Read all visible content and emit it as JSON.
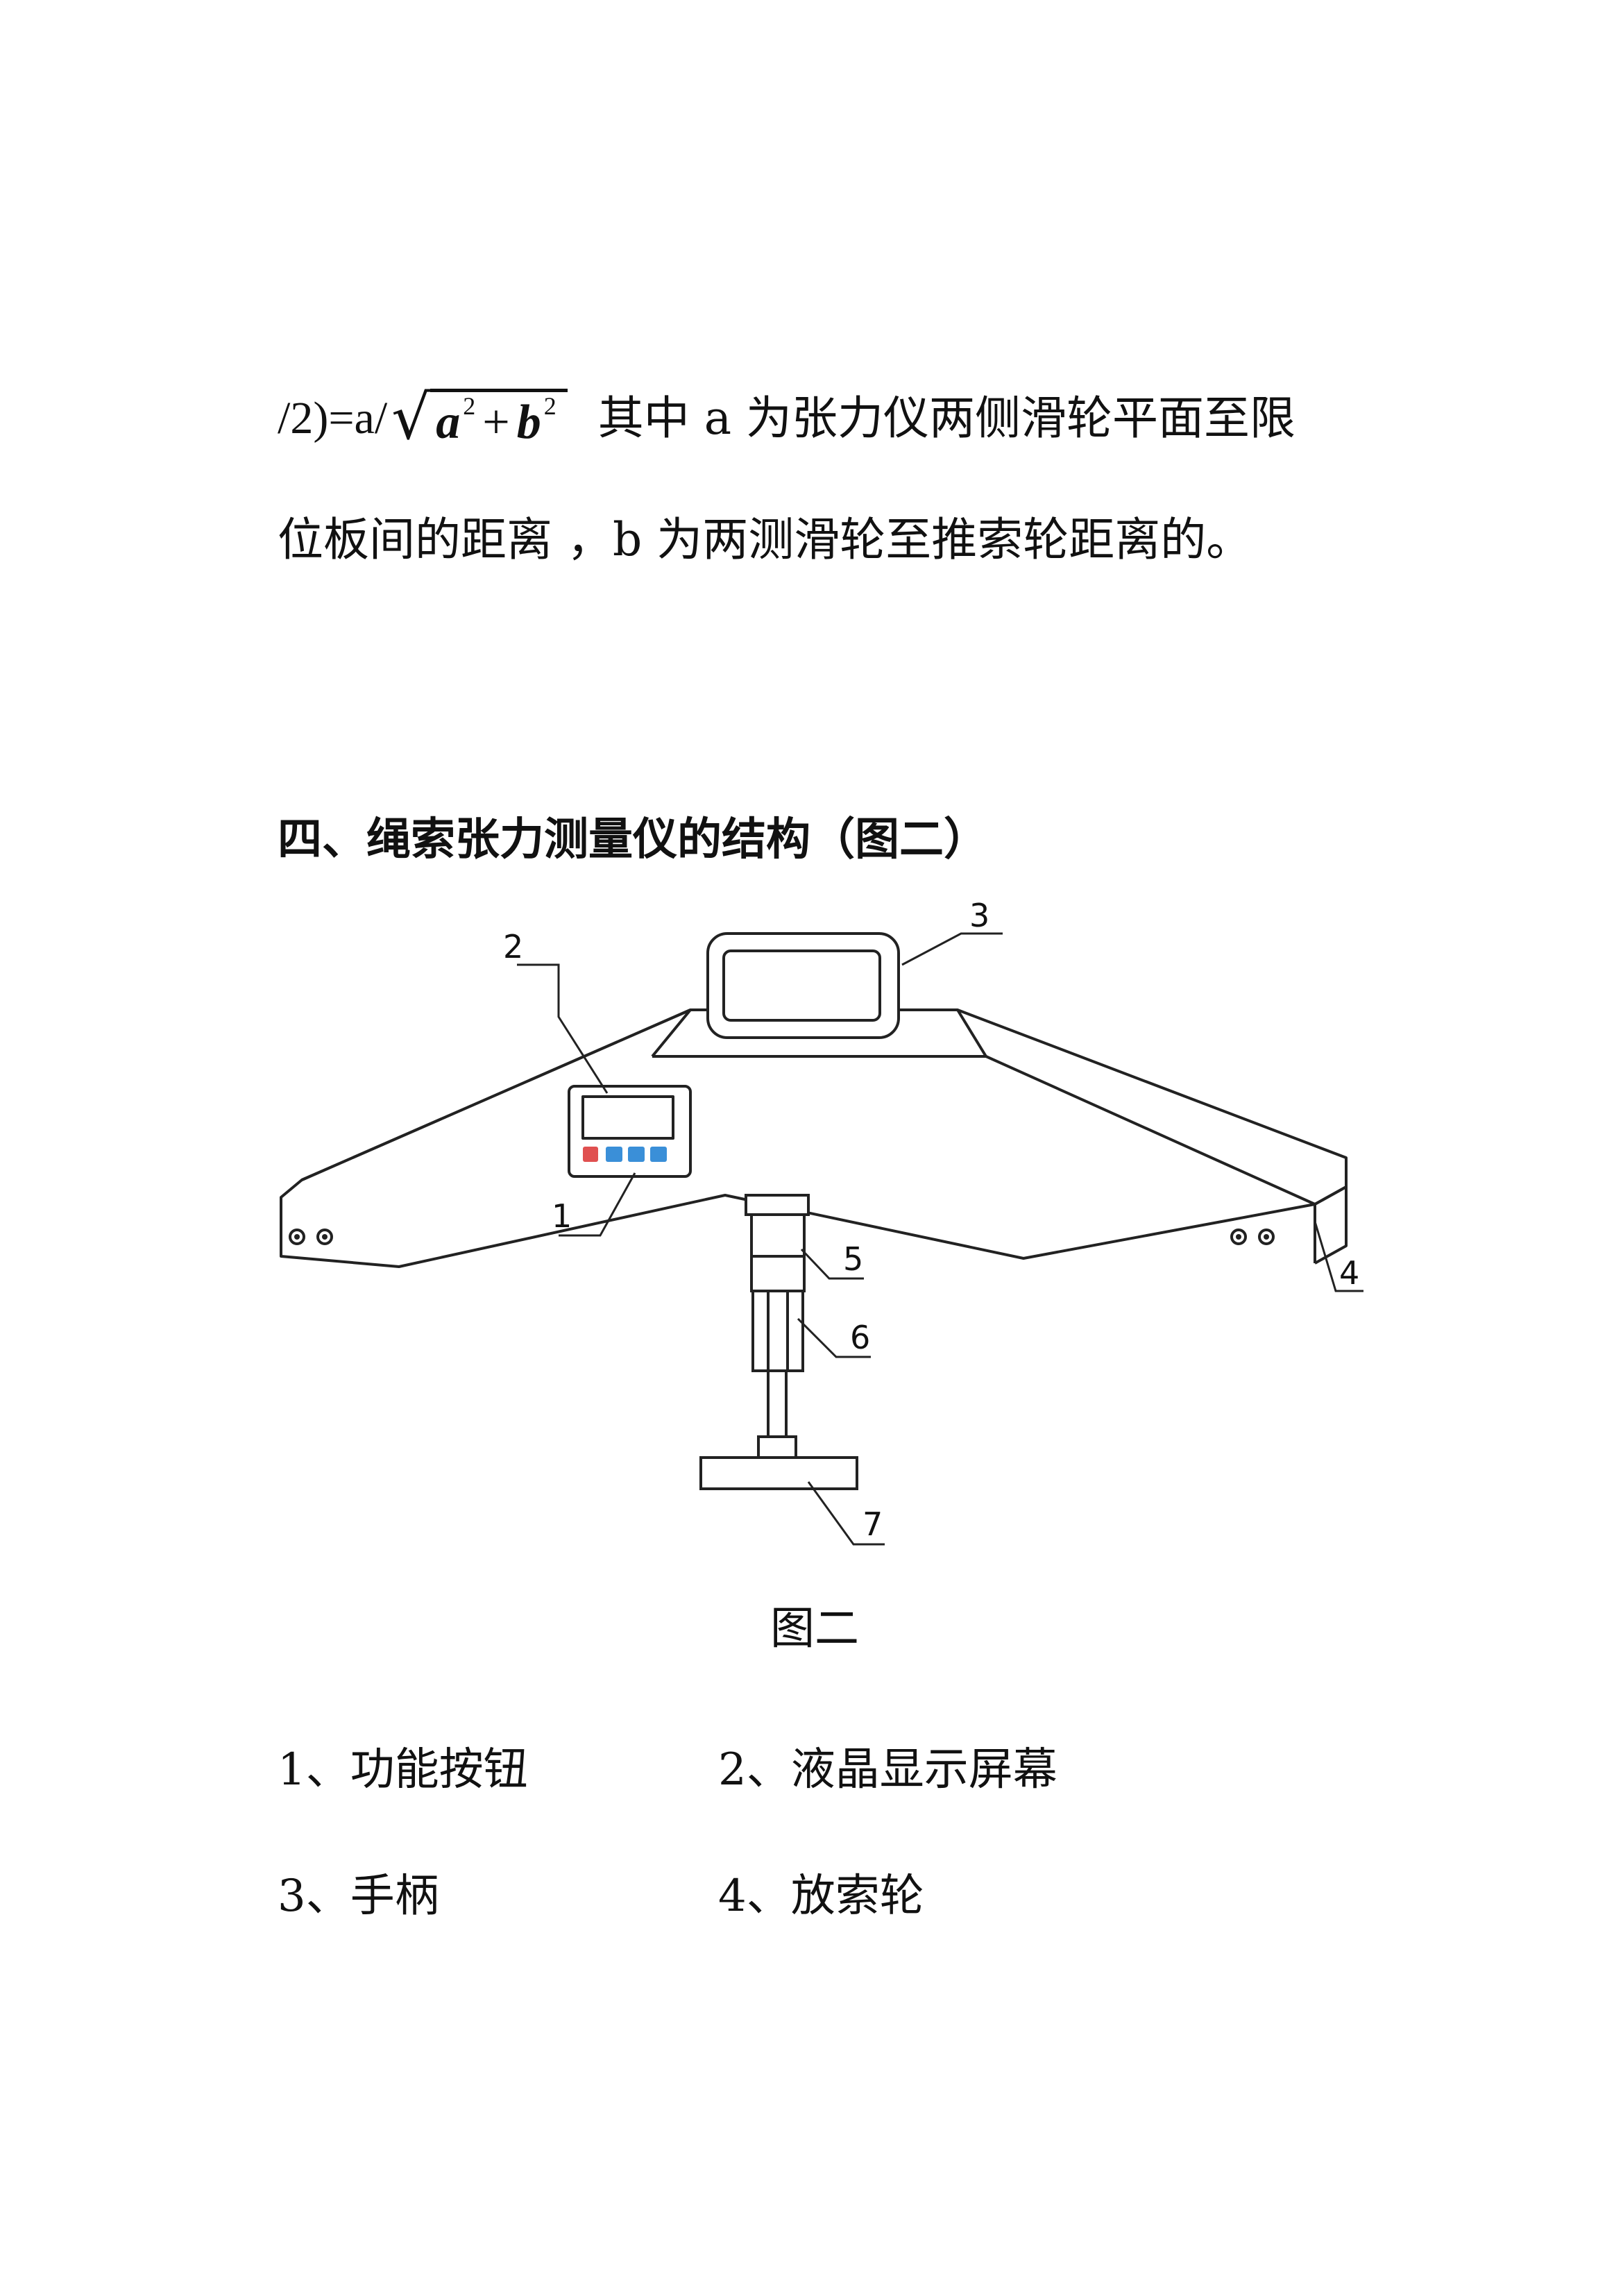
{
  "formula": {
    "prefix": "/2)=a/",
    "radicand_a": "a",
    "radicand_exp_a": "2",
    "op": "+",
    "radicand_b": "b",
    "radicand_exp_b": "2",
    "text_after": "其中 a 为张力仪两侧滑轮平面至限"
  },
  "paragraph_line2": "位板间的距离 ，b 为两测滑轮至推索轮距离的。",
  "section_heading": "四、绳索张力测量仪的结构（图二）",
  "figure": {
    "labels": [
      "1",
      "2",
      "3",
      "4",
      "5",
      "6",
      "7"
    ]
  },
  "caption": "图二",
  "legend": [
    "1、功能按钮",
    "2、液晶显示屏幕",
    "3、手柄",
    "4、放索轮"
  ],
  "colors": {
    "text": "#111111",
    "button_red": "#e05050",
    "button_blue": "#3a8fd8"
  }
}
